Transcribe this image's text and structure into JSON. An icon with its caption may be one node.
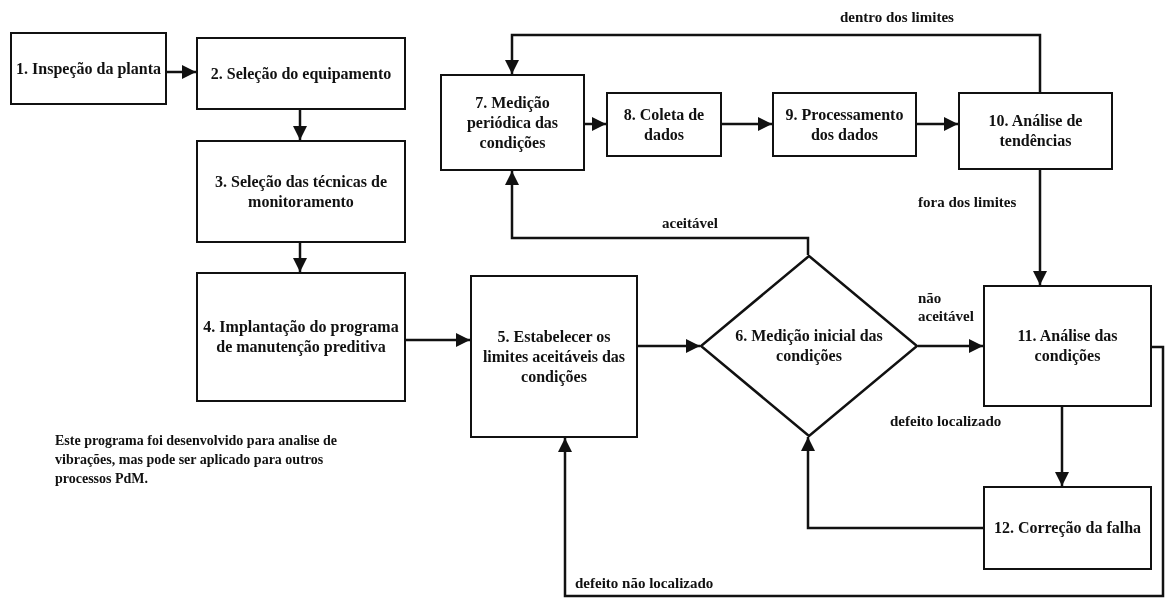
{
  "diagram": {
    "nodes": [
      {
        "text": [
          "1. Inspeção da planta"
        ]
      },
      {
        "text": [
          "2. Seleção do equipamento"
        ]
      },
      {
        "text": [
          "3. Seleção das técnicas de monitoramento"
        ]
      },
      {
        "text": [
          "4. Implantação do programa de manutenção preditiva"
        ]
      },
      {
        "text": [
          "5. Estabelecer os limites aceitáveis das condições"
        ]
      },
      {
        "text": [
          "6. Medição inicial das condições"
        ]
      },
      {
        "text": [
          "7. Medição periódica das condições"
        ]
      },
      {
        "text": [
          "8. Coleta de dados"
        ]
      },
      {
        "text": [
          "9. Processamento dos dados"
        ]
      },
      {
        "text": [
          "10. Análise de tendências"
        ]
      },
      {
        "text": [
          "11. Análise das condições"
        ]
      },
      {
        "text": [
          "12. Correção da falha"
        ]
      }
    ],
    "edges": [
      {
        "from": 0,
        "to": 1,
        "arrow": "to"
      },
      {
        "from": 1,
        "to": 2,
        "arrow": "to"
      },
      {
        "from": 2,
        "to": 3,
        "arrow": "to"
      },
      {
        "from": 3,
        "to": 4,
        "arrow": "to"
      },
      {
        "from": 4,
        "to": 5,
        "arrow": "to"
      },
      {
        "from": 5,
        "to": 6,
        "arrow": "to",
        "label": "aceitável"
      },
      {
        "from": 5,
        "to": 10,
        "arrow": "to",
        "label": "não aceitável"
      },
      {
        "from": 6,
        "to": 7,
        "arrow": "to"
      },
      {
        "from": 7,
        "to": 8,
        "arrow": "to"
      },
      {
        "from": 8,
        "to": 9,
        "arrow": "to"
      },
      {
        "from": 9,
        "to": 6,
        "arrow": "to",
        "label": "dentro dos limites"
      },
      {
        "from": 9,
        "to": 10,
        "arrow": "to",
        "label": "fora dos limites"
      },
      {
        "from": 10,
        "to": 11,
        "arrow": "to",
        "label": "defeito localizado"
      },
      {
        "from": 11,
        "to": 5,
        "arrow": "to"
      },
      {
        "from": 10,
        "to": 4,
        "arrow": "to",
        "label": "defeito não localizado"
      }
    ],
    "labels": [
      "Este programa foi desenvolvido para analise de vibrações, mas pode ser aplicado para outros processos PdM."
    ]
  }
}
